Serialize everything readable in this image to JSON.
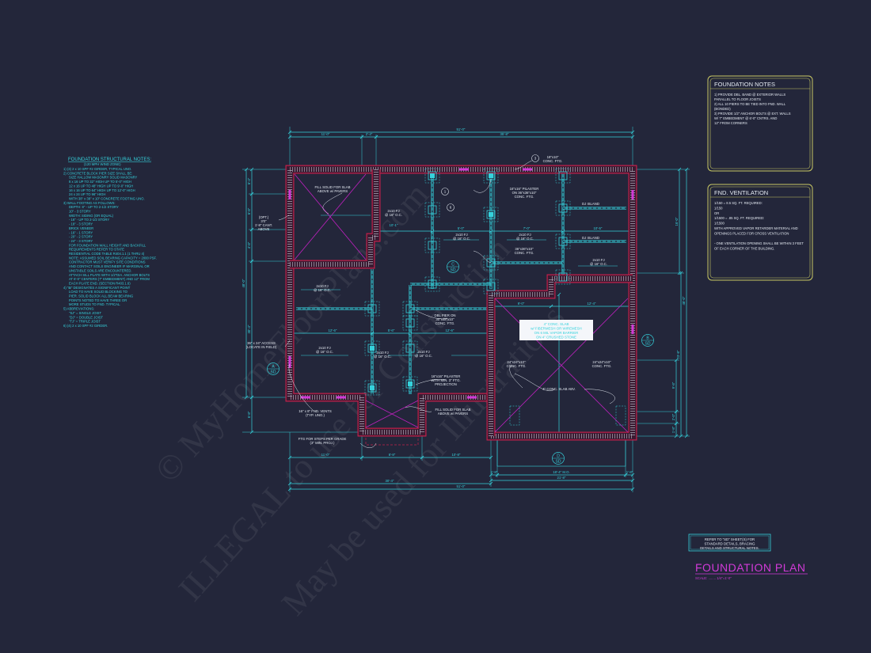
{
  "colors": {
    "background": "#23263a",
    "dimension": "#35d2dc",
    "wall": "#c0204a",
    "cross": "#c020c0",
    "note_box": "#c8c864",
    "title": "#d23ad8"
  },
  "watermark": [
    "© MyHomeFloorPlans.com",
    "ILLEGAL to use for Construction",
    "May be used for Illustrations"
  ],
  "structural_notes": {
    "title": "FOUNDATION STRUCTURAL NOTES:",
    "subtitle": "(120 MPH WIND ZONE)",
    "lines": [
      "1) (3) 2 x 10 SPF #2 GIRDER, TYPICAL UNO.",
      "2) CONCRETE BLOCK PIER SIZE SHALL BE:",
      "SIZE      HALLOW MASONRY      SOLID MASONRY",
      "8 x 16    UP TO 32\" HIGH      UP TO 5'-0\" HIGH",
      "12 x 16   UP TO 48\" HIGH      UP TO 9'-0\" HIGH",
      "16 x 16   UP TO 64\" HIGH      UP TO 12'-0\" HIGH",
      "24 x 24   UP TO 96\" HIGH",
      "WITH 38\" x 38\" x 10\" CONCRETE FOOTING UNO.",
      "3) WALL FOOTING AS FOLLOWS:",
      "DEPTH:  8\" - UP TO 2-1/2 STORY",
      "            10\" - 3 STORY",
      "WIDTH:  SIDING (OR EQUAL)",
      "              - 16\" - UP TO 2-1/2 STORY",
      "              - 18\" - 3 STORY",
      "           BRICK VENEER",
      "              - 16\" - 1 STORY",
      "              - 20\" - 2 STORY",
      "              - 24\" - 3 STORY",
      "FOR FOUNDATION WALL HEIGHT AND BACKFILL",
      "REQUIREMENTS REFER TO STATE",
      "RESIDENTIAL CODE TABLE R404.1.1 (1 THRU 4)",
      "NOTE: ASSUMED SOIL BEARING CAPACITY = 2000 PSF.",
      "CONTRACTOR MUST VERIFY SITE CONDITIONS",
      "AND CONTACT SOILS ENGINEER IF MARGINAL OR",
      "UNSTABLE SOILS ARE ENCOUNTERED.",
      "ATTACH SILL PLATE WITH 1/2\"DIA. ANCHOR BOLTS",
      "AT 6'-0\" CENTERS (7\" EMBEDMENT) AND 12\" FROM",
      "EACH PLATE END. (SECTION R403.1.6)",
      "4) \"⊠\" DESIGNATES A SIGNIFICANT POINT",
      "LOAD TO HAVE SOLID BLOCKING TO",
      "PIER. SOLID BLOCK ALL BEAM BEARING",
      "POINTS NOTED TO HAVE THREE OR",
      "MORE STUDS TO FND. TYPICAL.",
      "5) ABBREVIATIONS:",
      "\"SJ\" = SINGLE JOIST",
      "\"DJ\" = DOUBLE JOIST",
      "\"TJ\" = TRIPLE JOIST",
      "6) (4) 2 x 10 SPF #2 GIRDER."
    ]
  },
  "foundation_notes": {
    "title": "FOUNDATION NOTES",
    "lines": [
      "1) PROVIDE DBL. BAND @ EXTERIOR WALLS",
      "    PARALLEL TO FLOOR JOISTS",
      "2) ALL 10 PIERS TO BE TIED INTO FND. WALL",
      "    (BONDED)",
      "3) PROVIDE 1/2\" ANCHOR BOLTS @ EXT. WALLS",
      "    W/ 7\" EMBEDMENT @ 6'-0\" CNTRS. AND",
      "    12\" FROM CORNERS"
    ]
  },
  "ventilation": {
    "title": "FND. VENTILATION",
    "lines": [
      "1/150 = 8.5 SQ. FT. REQUIRED:",
      "1/150",
      "          OR",
      "1/1500 = .85 SQ. FT. REQUIRED:",
      "1/1500",
      "WITH APPROVED VAPOR RETARDER MATERIAL AND",
      "OPENINGS PLACED FOR CROSS VENTILATION",
      "",
      "- ONE VENTILATION OPENING SHALL BE WITHIN 3 FEET",
      "  OF EACH CORNER OF THE BUILDING."
    ]
  },
  "refer_note": [
    "REFER TO \"SD\" SHEET(S) FOR",
    "STANDARD DETAILS, BRACING",
    "DETAILS AND STRUCTURAL NOTES."
  ],
  "title_block": {
    "title": "FOUNDATION PLAN",
    "scale_label": "SCALE: ........ 1/4\"=1'-0\""
  },
  "plan": {
    "labels": [
      [
        "FILL SOLID FOR SLAB",
        "ABOVE w/ PAVERS"
      ],
      [
        "(OPT.)",
        "3'0\"",
        "1'-8\" CANT.",
        "ABOVE"
      ],
      [
        "2x10 FJ",
        "@ 16\" O.C."
      ],
      [
        "16\"x16\" PILASTER",
        "ON 36\"x36\"x10\"",
        "CONC. FTG."
      ],
      [
        "18\"x10\"",
        "CONC. FTG."
      ],
      [
        "DJ ISLAND"
      ],
      [
        "DJ ISLAND"
      ],
      [
        "2x10 FJ",
        "@ 16\" O.C."
      ],
      [
        "2x10 FJ",
        "@ 16\" O.C."
      ],
      [
        "36\"x36\"x10\"",
        "CONC. FTG."
      ],
      [
        "2x10 FJ",
        "@ 16\" O.C."
      ],
      [
        "2x10 FJ",
        "@ 16\" O.C."
      ],
      [
        "DBL PIER ON",
        "30\"x48\"x10\"",
        "CONC. FTG."
      ],
      [
        "36\" x 24\" ACCESS",
        "(LOCATE IN FIELD)"
      ],
      [
        "2x10 FJ",
        "@ 16\" O.C."
      ],
      [
        "2x10 FJ",
        "@ 16\" O.C."
      ],
      [
        "2x10 FJ",
        "@ 16\" O.C."
      ],
      [
        "16\"x16\" PILASTER",
        "WITH MIN. 3\" FTG.",
        "PROJECTION"
      ],
      [
        "16\" x 8\" FND. VENTS",
        "(TYP. UNO.)"
      ],
      [
        "FILL SOLID FOR SLAB",
        "ABOVE w/ PAVERS"
      ],
      [
        "FTG FOR STEPS PER GRADE",
        "(3\" MIN. PROJ.)"
      ],
      [
        "24\"x24\"x10\"",
        "CONC. FTG."
      ],
      [
        "24\"x24\"x10\"",
        "CONC. FTG."
      ],
      [
        "4\" CONC. SLAB ABV."
      ]
    ],
    "slab_note": [
      "4\" CONC. SLAB",
      "w/ FIBERMESH OR WIREMESH",
      "ON 6 MIL VAPOR BARRIER",
      "ON 4\" CRUSHED STONE"
    ],
    "dimensions": [
      "51'-0\"",
      "11'-0\"",
      "2'-4\"",
      "35'-8\"",
      "10'-1\"",
      "5'-0\"",
      "7'-0\"",
      "10'-5\"",
      "12'-6\"",
      "5'-6\"",
      "12'-6\"",
      "9'-0\"",
      "12'-4\"",
      "11'-0\"",
      "8'-8\"",
      "10'-8\"",
      "1'-8\"",
      "18'-4\" M.O.",
      "1'-8\"",
      "21'-8\"",
      "30'-4\"",
      "51'-0\"",
      "6'-4\"",
      "6'-8\"",
      "4'-8\"",
      "30'-4\"",
      "6'-8\"",
      "48'-0\"",
      "16'-0\"",
      "48'-0\"",
      "23'-8\"",
      "9'-8\"",
      "2'-0\"",
      "1'-8\""
    ],
    "section_markers": [
      [
        "A",
        "SD"
      ],
      [
        "B",
        "SD"
      ],
      [
        "C",
        "SD"
      ],
      [
        "D",
        "SD"
      ]
    ],
    "callouts": [
      "1",
      "6",
      "3"
    ]
  }
}
